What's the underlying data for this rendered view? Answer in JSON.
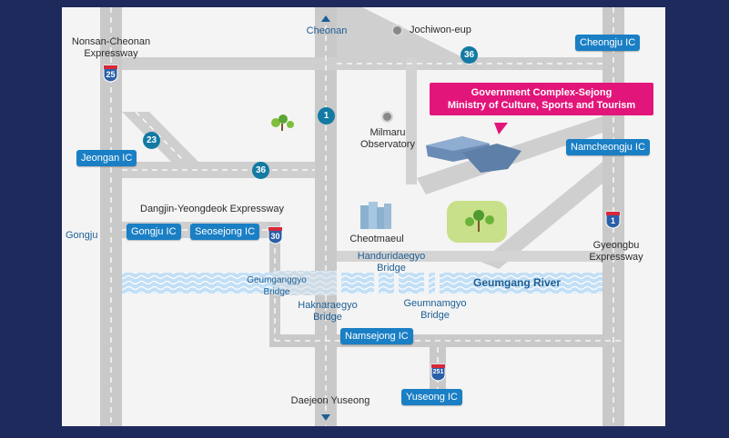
{
  "labels": {
    "north_road": "Cheonan",
    "south_road": "Daejeon Yuseong",
    "jochiwon": "Jochiwon-eup",
    "nonsan_exp": "Nonsan-Cheonan\nExpressway",
    "dangjin_exp": "Dangjin-Yeongdeok Expressway",
    "gongju": "Gongju",
    "milmaru": "Milmaru\nObservatory",
    "cheotmaeul": "Cheotmaeul",
    "gyeongbu_exp": "Gyeongbu\nExpressway",
    "handuri_bridge": "Handuridaegyo\nBridge",
    "geumgang_bridge": "Geumganggyo\nBridge",
    "haknarae_bridge": "Haknaraegyo\nBridge",
    "geumnam_bridge": "Geumnamgyo\nBridge",
    "river": "Geumgang River"
  },
  "interchanges": {
    "cheongju": "Cheongju IC",
    "namcheongju": "Namcheongju IC",
    "jeongan": "Jeongan IC",
    "gongju": "Gongju IC",
    "seosejong": "Seosejong IC",
    "namsejong": "Namsejong IC",
    "yuseong": "Yuseong IC"
  },
  "route_numbers": {
    "r36_top": "36",
    "r1": "1",
    "r23": "23",
    "r36_mid": "36"
  },
  "expressway_shields": {
    "e25": "25",
    "e30": "30",
    "e1": "1",
    "e251": "251"
  },
  "destination": {
    "line1": "Government Complex-Sejong",
    "line2": "Ministry of Culture, Sports and Tourism"
  },
  "colors": {
    "background": "#1f2a5c",
    "road": "#c8c8c8",
    "river": "#bcdaf3",
    "badge": "#1a7fc4",
    "callout": "#e2157a"
  },
  "icons": {
    "north_arrow": "triangle-up-icon",
    "south_arrow": "triangle-down-icon",
    "park": "tree-icon",
    "landmark": "location-dot-icon"
  }
}
